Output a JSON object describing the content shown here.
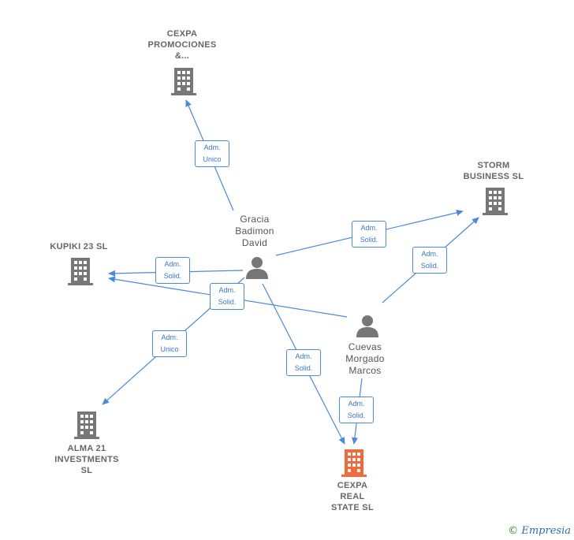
{
  "colors": {
    "edge": "#4a8ad8",
    "node": "#777777",
    "focus": "#f26a3c"
  },
  "nodes": {
    "cexpa_promociones": "CEXPA\nPROMOCIONES\n&...",
    "storm_business": "STORM\nBUSINESS  SL",
    "kupiki": "KUPIKI 23  SL",
    "alma21": "ALMA 21\nINVESTMENTS\nSL",
    "cexpa_real_state": "CEXPA\nREAL\nSTATE  SL",
    "gracia": "Gracia\nBadimon\nDavid",
    "cuevas": "Cuevas\nMorgado\nMarcos"
  },
  "edges": {
    "e1": "Adm.\nUnico",
    "e2": "Adm.\nSolid.",
    "e3": "Adm.\nSolid.",
    "e4": "Adm.\nSolid.",
    "e5": "Adm.\nSolid.",
    "e6": "Adm.\nUnico",
    "e7": "Adm.\nSolid.",
    "e8": "Adm.\nSolid."
  },
  "credit": {
    "symbol": "©",
    "brand": "Empresia"
  }
}
